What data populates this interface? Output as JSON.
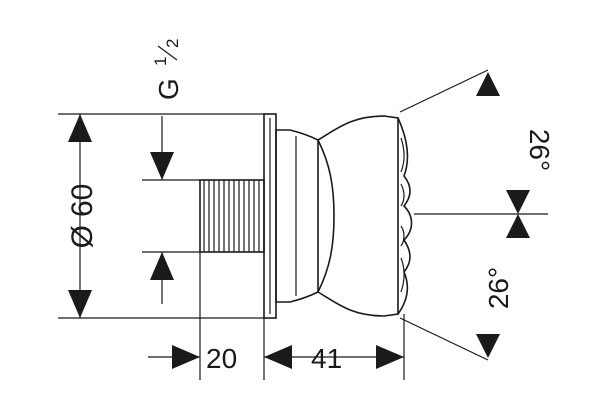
{
  "labels": {
    "thread": "G",
    "thread_fraction": "1/2",
    "thread_num": "1",
    "thread_den": "2",
    "diameter_symbol": "Ø",
    "diameter": "60",
    "depth_short": "20",
    "depth_long": "41",
    "angle_up": "26°",
    "angle_down": "26°"
  }
}
